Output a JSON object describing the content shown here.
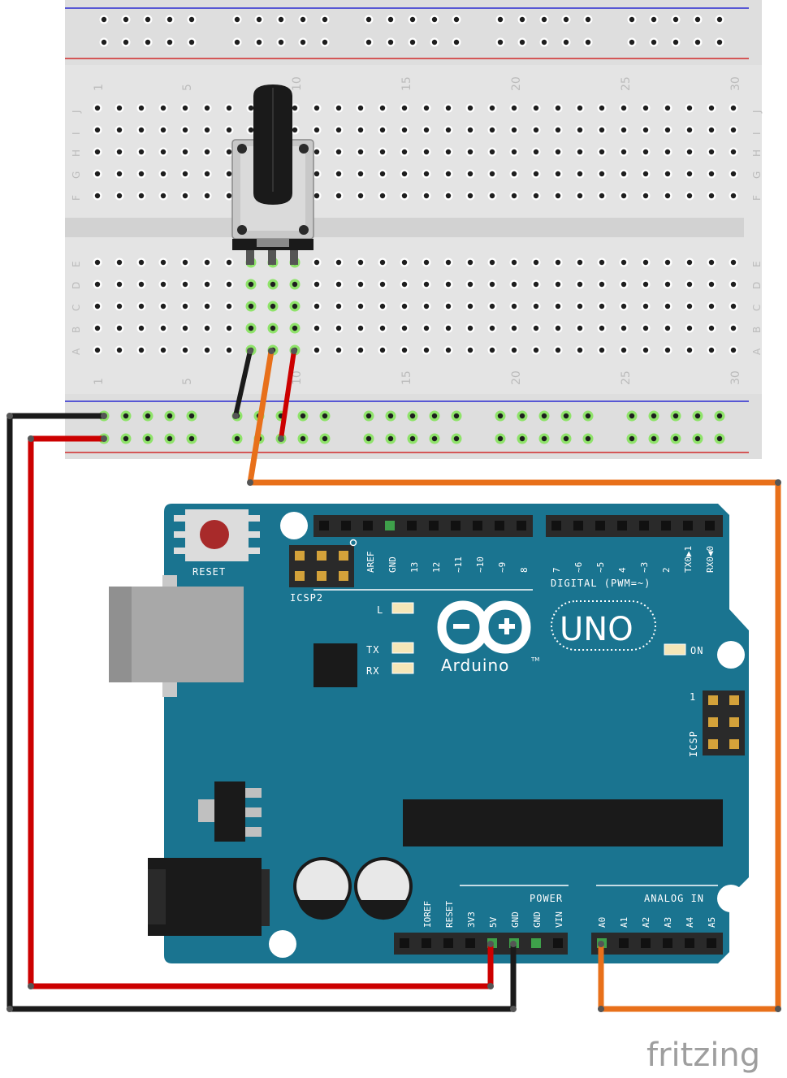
{
  "breadboard": {
    "column_labels_top": [
      "1",
      "5",
      "10",
      "15",
      "20",
      "25",
      "30"
    ],
    "column_labels_bottom": [
      "1",
      "5",
      "10",
      "15",
      "20",
      "25",
      "30"
    ],
    "row_labels_top": [
      "J",
      "I",
      "H",
      "G",
      "F"
    ],
    "row_labels_bottom": [
      "E",
      "D",
      "C",
      "B",
      "A"
    ]
  },
  "arduino": {
    "reset_label": "RESET",
    "icsp2_label": "ICSP2",
    "icsp_label": "ICSP",
    "icsp_pin1_label": "1",
    "led_l_label": "L",
    "led_tx_label": "TX",
    "led_rx_label": "RX",
    "on_label": "ON",
    "brand_label": "Arduino",
    "tm_label": "TM",
    "model_label": "UNO",
    "digital_label": "DIGITAL (PWM=~)",
    "digital_pins": [
      "AREF",
      "GND",
      "13",
      "12",
      "~11",
      "~10",
      "~9",
      "8",
      "7",
      "~6",
      "~5",
      "4",
      "~3",
      "2",
      "TX0▶1",
      "RX0◀0"
    ],
    "power_label": "POWER",
    "power_pins": [
      "IOREF",
      "RESET",
      "3V3",
      "5V",
      "GND",
      "GND",
      "VIN"
    ],
    "analog_label": "ANALOG IN",
    "analog_pins": [
      "A0",
      "A1",
      "A2",
      "A3",
      "A4",
      "A5"
    ]
  },
  "wire_colors": {
    "ground": "#1a1a1a",
    "power": "#cc0000",
    "signal": "#e8701a"
  },
  "board_color": "#1a7490",
  "logo": "fritzing"
}
